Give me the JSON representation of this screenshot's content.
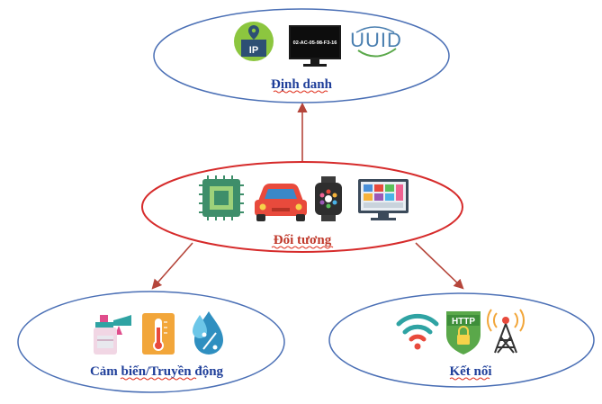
{
  "nodes": {
    "identity": {
      "label": "Định danh",
      "icons": [
        "ip-address-icon",
        "mac-address-monitor-icon",
        "uuid-logo-icon"
      ],
      "mac_text": "02-AC-05-98-F3-16",
      "ip_text": "IP",
      "uuid_text": "UUID"
    },
    "object": {
      "label": "Đối tương",
      "icons": [
        "chip-icon",
        "car-icon",
        "smartwatch-icon",
        "monitor-dashboard-icon"
      ]
    },
    "sensor": {
      "label": "Cảm biến/Truyền động",
      "icons": [
        "sprayer-icon",
        "thermometer-icon",
        "humidity-drop-icon"
      ]
    },
    "connection": {
      "label": "Kết nối",
      "icons": [
        "wifi-icon",
        "http-shield-icon",
        "radio-tower-icon"
      ],
      "http_text": "HTTP"
    }
  },
  "colors": {
    "identity_border": "#4a6fb5",
    "object_border": "#d62b2b",
    "sensor_border": "#4a6fb5",
    "connection_border": "#4a6fb5",
    "arrow": "#b5453a",
    "label_blue": "#1f3f9a",
    "label_red": "#c0392b"
  },
  "edges": [
    {
      "from": "object",
      "to": "identity"
    },
    {
      "from": "object",
      "to": "sensor"
    },
    {
      "from": "object",
      "to": "connection"
    }
  ]
}
